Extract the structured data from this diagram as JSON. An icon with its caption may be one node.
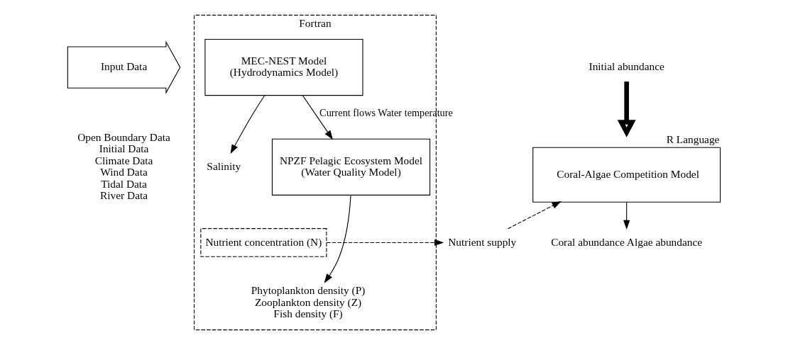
{
  "diagram": {
    "nodes": [
      {
        "text": [
          "Fortran"
        ]
      },
      {
        "text": [
          "MEC-NEST Model",
          "(Hydrodynamics Model)"
        ],
        "in": 0
      },
      {
        "text": [
          "Salinity"
        ],
        "in": 0
      },
      {
        "text": [
          "NPZF Pelagic Ecosystem Model",
          "(Water Quality Model)"
        ],
        "in": 0
      },
      {
        "text": [
          "Nutrient concentration (N)"
        ],
        "in": 0
      },
      {
        "text": [
          "Phytoplankton density (P)",
          "Zooplankton density (Z)",
          "Fish density (F)"
        ],
        "in": 0
      },
      {
        "text": [
          "Input Data"
        ],
        "beside": [
          "Open Boundary Data",
          "Initial Data",
          "Climate Data",
          "Wind Data",
          "Tidal Data",
          "River Data"
        ]
      },
      {
        "text": [
          "Initial abundance"
        ]
      },
      {
        "text": [
          "Coral-Algae Competition Model"
        ],
        "beside": [
          "R Language"
        ]
      },
      {
        "text": [
          "Nutrient supply"
        ]
      },
      {
        "text": [
          "Coral abundance Algae abundance"
        ]
      }
    ],
    "edges": [
      {
        "from": 1,
        "to": 3,
        "arrow": "to",
        "label": "Current flows Water temperature"
      },
      {
        "from": 1,
        "to": 2,
        "arrow": "to"
      },
      {
        "from": 3,
        "to": 5,
        "arrow": "to"
      },
      {
        "from": 7,
        "to": 8,
        "arrow": "to",
        "style": "thick"
      },
      {
        "from": 4,
        "to": 9,
        "arrow": "to",
        "style": "dashed"
      },
      {
        "from": 9,
        "to": 8,
        "arrow": "to",
        "style": "dashed"
      },
      {
        "from": 8,
        "to": 10,
        "arrow": "to"
      }
    ]
  }
}
